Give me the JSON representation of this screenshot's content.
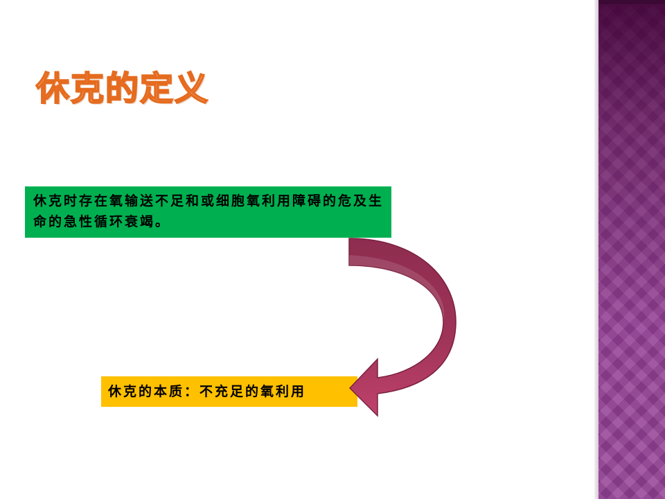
{
  "slide": {
    "title": "休克的定义",
    "definition": "休克时存在氧输送不足和或细胞氧利用障碍的危及生命的急性循环衰竭。",
    "essence": "休克的本质：不充足的氧利用"
  },
  "colors": {
    "definition_box": "#00b050",
    "essence_box": "#ffc000",
    "title_fill": "#fde6d6",
    "title_outline": "#e56b1f",
    "arrow_upper": "#8e2d4f",
    "arrow_lower": "#b33a63",
    "side_band": "#8a3c8c"
  }
}
